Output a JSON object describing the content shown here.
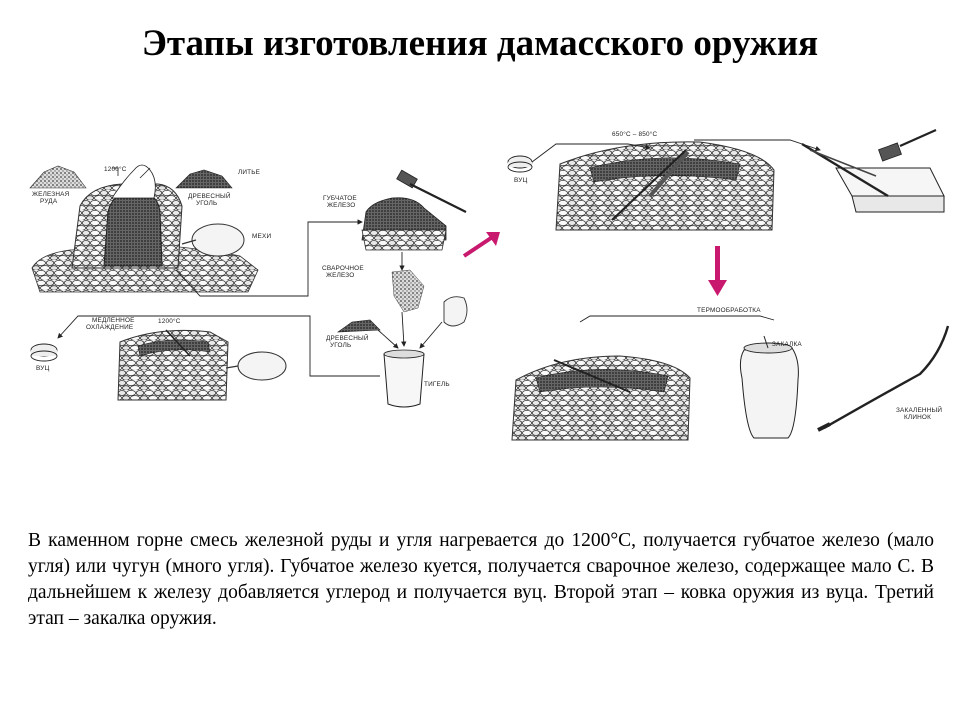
{
  "slide": {
    "title": "Этапы изготовления дамасского оружия",
    "description": "В каменном горне смесь железной руды и угля нагревается до 1200°C, получается губчатое железо (мало угля) или чугун (много угля). Губчатое железо куется, получается сварочное железо, содержащее мало С. В дальнейшем к железу добавляется углерод и получается вуц. Второй этап – ковка оружия из вуца. Третий этап – закалка оружия."
  },
  "diagram": {
    "labels": {
      "temp_1200_top": "1200°C",
      "iron_ore_line1": "ЖЕЛЕЗНАЯ",
      "iron_ore_line2": "РУДА",
      "casting": "ЛИТЬЕ",
      "charcoal_top_line1": "ДРЕВЕСНЫЙ",
      "charcoal_top_line2": "УГОЛЬ",
      "bellows": "МЕХИ",
      "sponge_iron_line1": "ГУБЧАТОЕ",
      "sponge_iron_line2": "ЖЕЛЕЗО",
      "weld_iron_line1": "СВАРОЧНОЕ",
      "weld_iron_line2": "ЖЕЛЕЗО",
      "slow_cooling_line1": "МЕДЛЕННОЕ",
      "slow_cooling_line2": "ОХЛАЖДЕНИЕ",
      "temp_1200_bottom": "1200°C",
      "wootz_left": "ВУЦ",
      "charcoal_bottom_line1": "ДРЕВЕСНЫЙ",
      "charcoal_bottom_line2": "УГОЛЬ",
      "crucible": "ТИГЕЛЬ",
      "temp_range": "650°C – 850°C",
      "wootz_right": "ВУЦ",
      "heat_treatment": "ТЕРМООБРАБОТКА",
      "quenching": "ЗАКАЛКА",
      "quenched_blade_line1": "ЗАКАЛЕННЫЙ",
      "quenched_blade_line2": "КЛИНОК"
    },
    "colors": {
      "arrow": "#c8196e",
      "ink": "#222222",
      "stone_fill": "#efefef"
    }
  }
}
